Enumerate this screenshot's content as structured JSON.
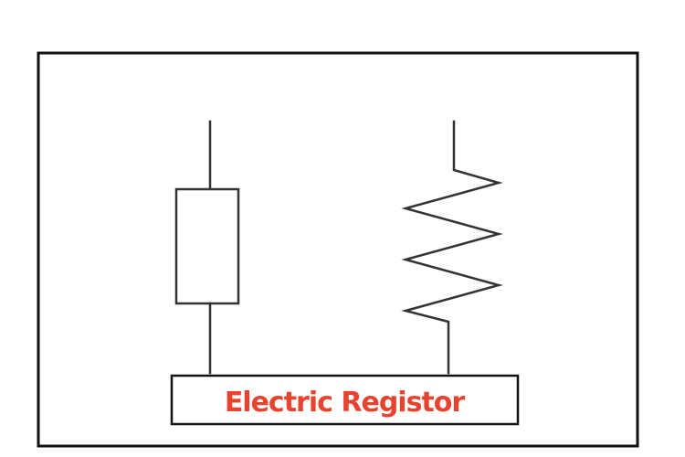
{
  "caption": {
    "text": "Electric Registor",
    "color": "#e8432f"
  },
  "colors": {
    "frame": "#111111",
    "wire": "#333333",
    "background": "#ffffff"
  },
  "symbols": [
    {
      "name": "box-style-resistor-symbol",
      "style": "rectangle"
    },
    {
      "name": "zigzag-resistor-symbol",
      "style": "zigzag"
    }
  ]
}
